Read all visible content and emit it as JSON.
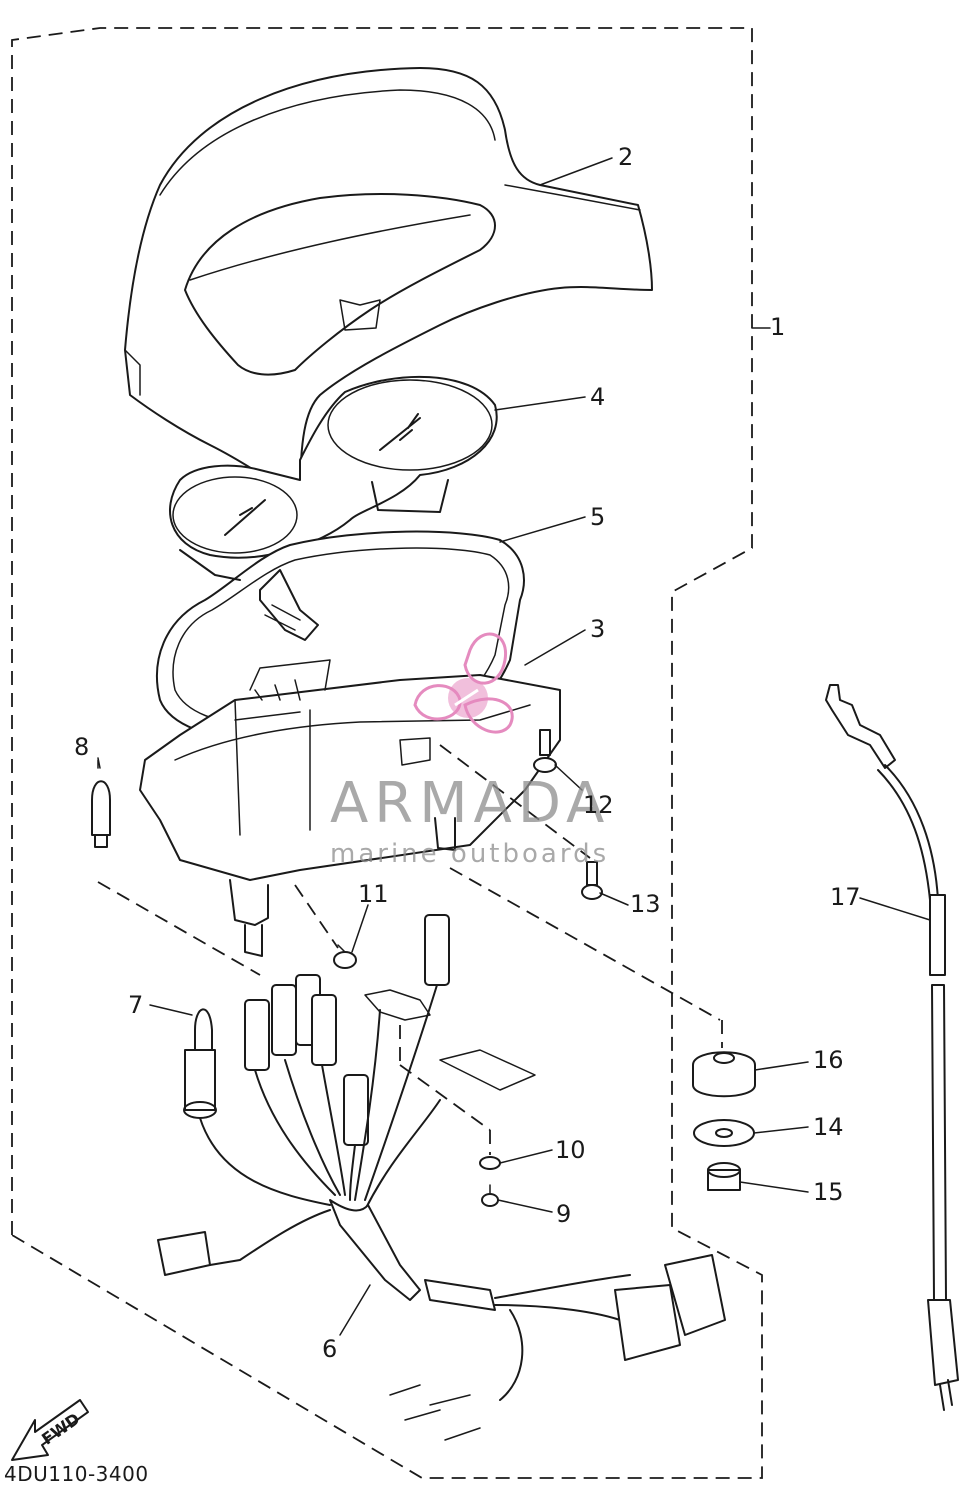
{
  "diagram_code": "4DU110-3400",
  "watermark": {
    "name": "ARMADA",
    "subtitle": "marine outboards",
    "accent": "#e58bbf",
    "gray": "#8d8d8d"
  },
  "fwd_label": "FWD",
  "callouts": [
    "1",
    "2",
    "3",
    "4",
    "5",
    "6",
    "7",
    "8",
    "9",
    "10",
    "11",
    "12",
    "13",
    "14",
    "15",
    "16",
    "17"
  ]
}
